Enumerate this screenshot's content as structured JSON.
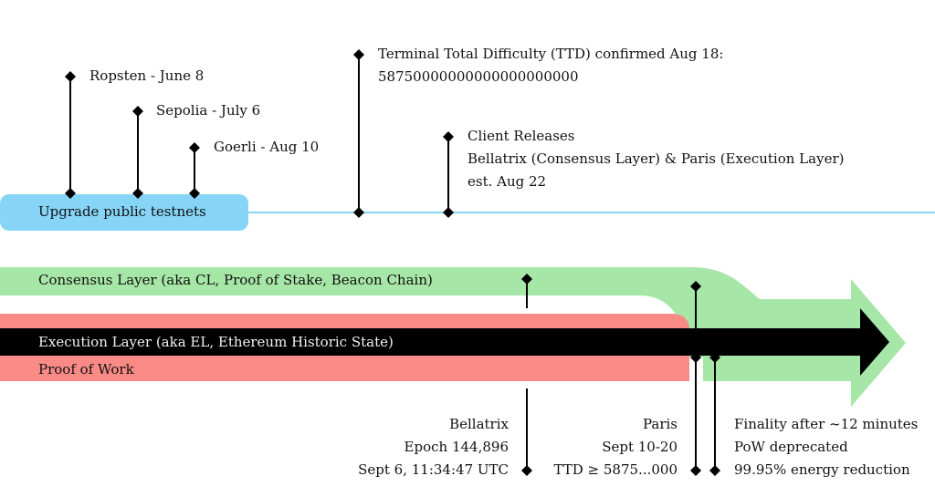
{
  "colors": {
    "testnet_bar": "#86d5f7",
    "consensus_layer": "#a6e6a6",
    "proof_of_work": "#f98a86",
    "execution_layer": "#000000",
    "line": "#000000"
  },
  "testnets": {
    "bar_label": "Upgrade public testnets",
    "ropsten": "Ropsten - June 8",
    "sepolia": "Sepolia - July 6",
    "goerli": "Goerli - Aug 10"
  },
  "ttd": {
    "line1": "Terminal Total Difficulty (TTD) confirmed Aug 18:",
    "line2": "58750000000000000000000"
  },
  "client_releases": {
    "line1": "Client Releases",
    "line2": "Bellatrix (Consensus Layer) & Paris (Execution Layer)",
    "line3": "est. Aug 22"
  },
  "layers": {
    "consensus": "Consensus Layer (aka CL, Proof of Stake, Beacon Chain)",
    "execution": "Execution Layer (aka EL, Ethereum Historic State)",
    "pow": "Proof of Work"
  },
  "bellatrix": {
    "line1": "Bellatrix",
    "line2": "Epoch 144,896",
    "line3": "Sept 6, 11:34:47 UTC"
  },
  "paris": {
    "line1": "Paris",
    "line2": "Sept 10-20",
    "line3": "TTD ≥ 5875...000"
  },
  "finality": {
    "line1": "Finality after ~12 minutes",
    "line2": "PoW deprecated",
    "line3": "99.95% energy reduction"
  }
}
